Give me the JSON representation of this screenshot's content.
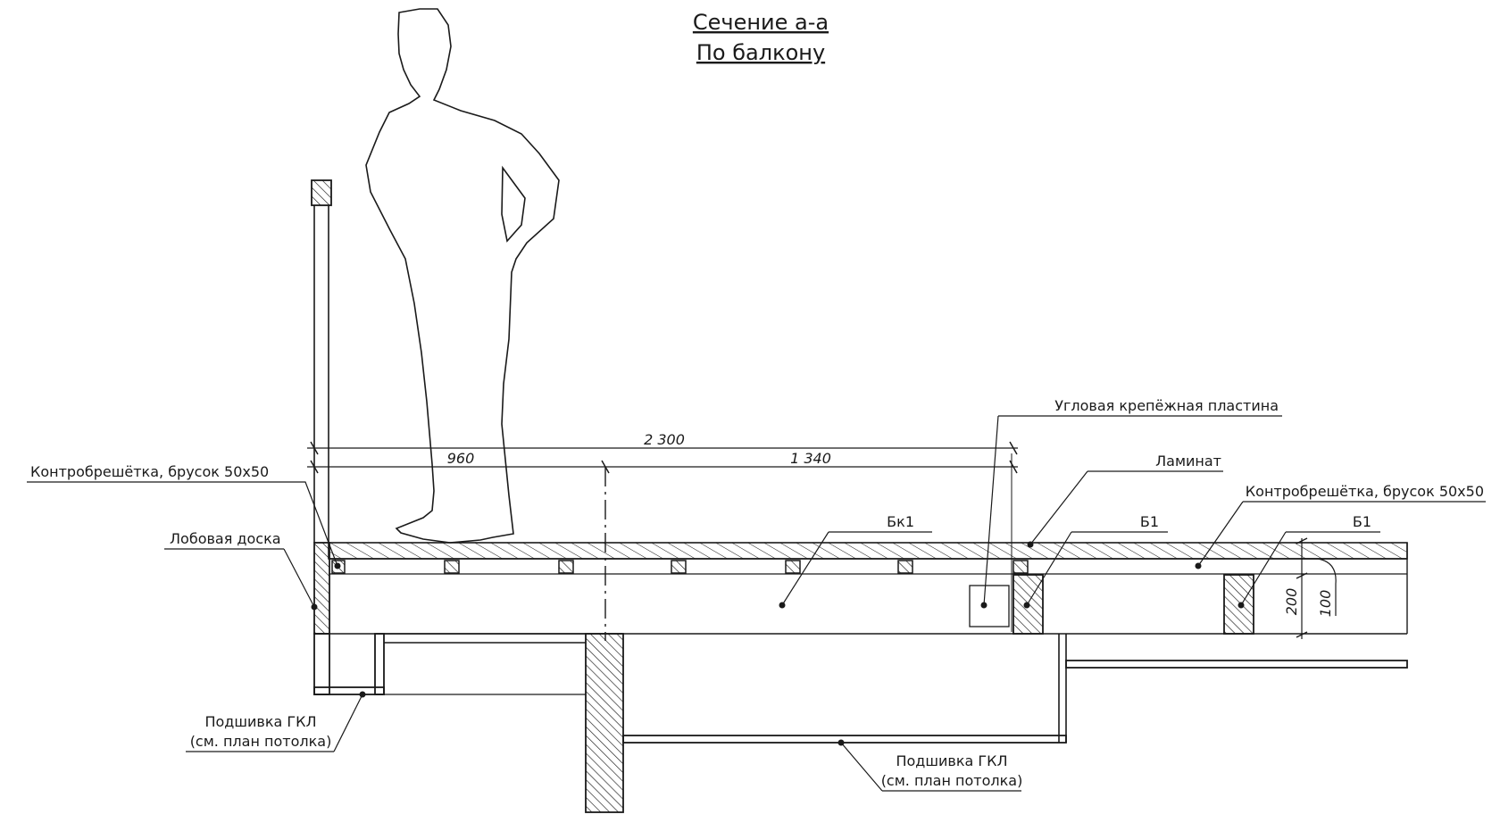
{
  "title": {
    "line1": "Сечение а-а",
    "line2": "По балкону"
  },
  "dimensions": {
    "total": "2 300",
    "left": "960",
    "right": "1 340",
    "height_200": "200",
    "height_100": "100"
  },
  "labels": {
    "counter_batten_left": "Контробрешётка, брусок 50х50",
    "fascia_board": "Лобовая доска",
    "corner_plate": "Угловая крепёжная пластина",
    "laminate": "Ламинат",
    "counter_batten_right": "Контробрешётка, брусок 50х50",
    "bk1": "Бк1",
    "b1_first": "Б1",
    "b1_second": "Б1",
    "gkl_left_line1": "Подшивка ГКЛ",
    "gkl_left_line2": "(см. план потолка)",
    "gkl_right_line1": "Подшивка ГКЛ",
    "gkl_right_line2": "(см. план потолка)"
  }
}
